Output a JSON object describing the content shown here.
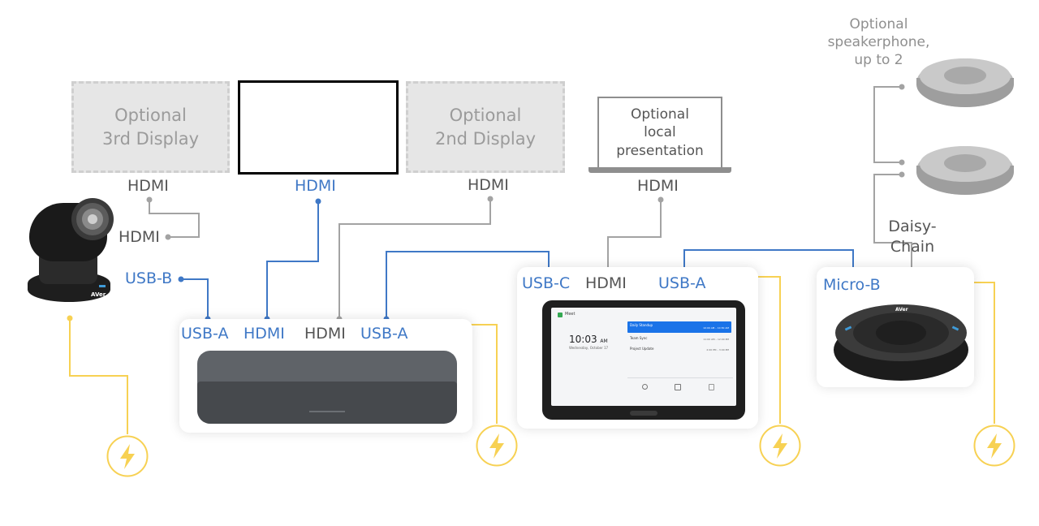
{
  "displays": {
    "third": "Optional\n3rd Display",
    "second": "Optional\n2nd Display",
    "laptop": "Optional\nlocal\npresentation"
  },
  "speakerphone_note": "Optional\nspeakerphone,\nup to 2",
  "daisy_chain": "Daisy-\nChain",
  "labels": {
    "display3_hdmi": "HDMI",
    "main_display_hdmi": "HDMI",
    "display2_hdmi": "HDMI",
    "laptop_hdmi": "HDMI",
    "camera_hdmi": "HDMI",
    "camera_usb": "USB-B",
    "compute_port1": "USB-A",
    "compute_port2": "HDMI",
    "compute_port3": "HDMI",
    "compute_port4": "USB-A",
    "tablet_port1": "USB-C",
    "tablet_port2": "HDMI",
    "tablet_port3": "USB-A",
    "speaker_port": "Micro-B"
  },
  "tablet_screen": {
    "app": "Meet",
    "time": "10:03",
    "ampm": "AM",
    "date": "Wednesday, October 17",
    "meetings": [
      {
        "name": "Daily Standup",
        "time": "10:00 AM – 10:30 AM"
      },
      {
        "name": "Team Sync",
        "time": "11:00 AM – 12:00 PM"
      },
      {
        "name": "Project Update",
        "time": "2:00 PM – 3:00 PM"
      }
    ]
  },
  "brand_mark": "AVer",
  "colors": {
    "blue_wire": "#3f78c6",
    "gray_wire": "#a3a3a3",
    "power_yellow": "#f7d153"
  }
}
